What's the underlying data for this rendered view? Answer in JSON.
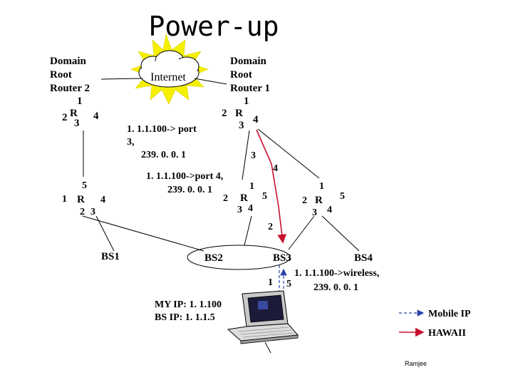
{
  "title": "Power-up",
  "internet": {
    "label": "Internet"
  },
  "root_router_2": {
    "lines": [
      "Domain",
      "Root",
      "Router 2"
    ],
    "ports": {
      "p1": "1",
      "p2": "2",
      "p3": "3",
      "p4": "4"
    },
    "symbol": "R"
  },
  "root_router_1": {
    "lines": [
      "Domain",
      "Root",
      "Router 1"
    ],
    "ports": {
      "p1": "1",
      "p2": "2",
      "p3": "3",
      "p4": "4"
    },
    "symbol": "R"
  },
  "router_left": {
    "symbol": "R",
    "ports": {
      "p1": "1",
      "p2": "2",
      "p3": "3",
      "p4": "4",
      "p5": "5"
    }
  },
  "router_mid": {
    "symbol": "R",
    "ports": {
      "p1": "1",
      "p2": "2",
      "p3": "3",
      "p4": "4",
      "p5": "5"
    }
  },
  "router_right": {
    "symbol": "R",
    "ports": {
      "p1": "1",
      "p2": "2",
      "p3": "3",
      "p4": "4",
      "p5": "5"
    }
  },
  "labels": {
    "route_port3": [
      "1. 1.1.100-> port",
      "3,",
      "239. 0. 0. 1"
    ],
    "route_port4": [
      "1. 1.1.100->port 4,",
      "239. 0. 0. 1"
    ],
    "wireless": [
      "1. 1.1.100->wireless,",
      "239. 0. 0. 1"
    ],
    "link_r1_port3": "3",
    "link_r1_port4": "4",
    "link_mid_port2": "2",
    "bs3_port1": "1",
    "bs3_port5": "5"
  },
  "base_stations": {
    "bs1": "BS1",
    "bs2": "BS2",
    "bs3": "BS3",
    "bs4": "BS4"
  },
  "mobile": {
    "my_ip": "MY IP: 1. 1.100",
    "bs_ip": "BS IP: 1. 1.1.5"
  },
  "legend": {
    "mobile_ip": "Mobile IP",
    "hawaii": "HAWAII"
  },
  "colors": {
    "mobile_ip": "#2b3fa8",
    "hawaii": "#c8102e",
    "cloud_burst": "#f5f000"
  },
  "credit": "Ramjee"
}
